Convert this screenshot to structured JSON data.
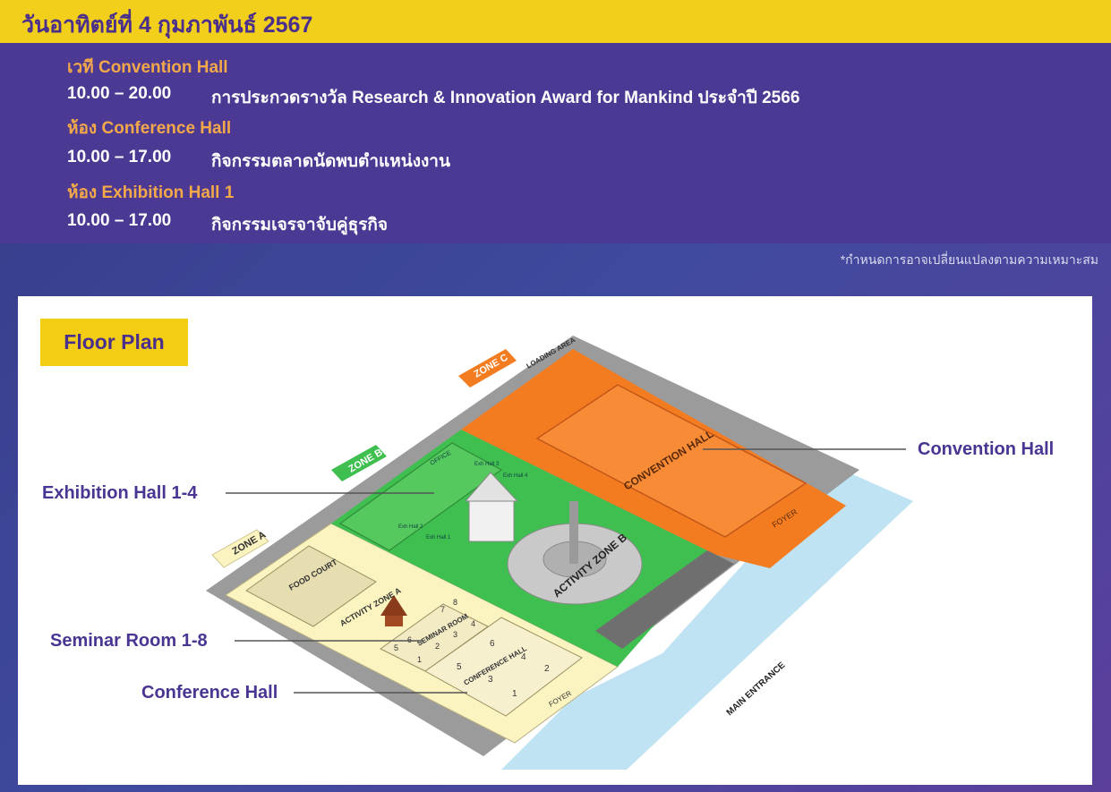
{
  "header": {
    "date": "วันอาทิตย์ที่ 4 กุมภาพันธ์ 2567"
  },
  "schedule": [
    {
      "venue": "เวที Convention Hall",
      "time": "10.00 – 20.00",
      "activity": "การประกวดรางวัล Research & Innovation Award for Mankind ประจำปี 2566"
    },
    {
      "venue": "ห้อง Conference Hall",
      "time": "10.00 – 17.00",
      "activity": "กิจกรรมตลาดนัดพบตำแหน่งงาน"
    },
    {
      "venue": "ห้อง Exhibition Hall 1",
      "time": "10.00 – 17.00",
      "activity": "กิจกรรมเจรจาจับคู่ธุรกิจ"
    }
  ],
  "note": "*กำหนดการอาจเปลี่ยนแปลงตามความเหมาะสม",
  "floor_plan": {
    "title": "Floor Plan",
    "callouts": {
      "convention": "Convention Hall",
      "exhibition": "Exhibition Hall 1-4",
      "seminar": "Seminar Room 1-8",
      "conference": "Conference Hall"
    },
    "map_labels": {
      "zone_a": "ZONE A",
      "zone_b": "ZONE B",
      "zone_c": "ZONE C",
      "loading_area": "LOADING AREA",
      "convention_hall": "CONVENTION HALL",
      "foyer_c": "FOYER",
      "office": "OFFICE",
      "exh_3": "Exh Hall 3",
      "exh_4": "Exh Hall 4",
      "exh_2": "Exh Hall 2",
      "exh_1": "Exh Hall 1",
      "activity_zone_b": "ACTIVITY ZONE B",
      "food_court": "FOOD COURT",
      "activity_zone_a": "ACTIVITY ZONE A",
      "seminar_room": "SEMINAR ROOM",
      "conference_hall": "CONFERENCE HALL",
      "foyer_a": "FOYER",
      "main_entrance": "MAIN ENTRANCE"
    },
    "seminar_numbers": [
      "1",
      "2",
      "3",
      "4",
      "5",
      "6",
      "7",
      "8"
    ],
    "conference_numbers": [
      "1",
      "2",
      "3",
      "4",
      "5",
      "6"
    ],
    "colors": {
      "zone_a": "#fbf3c0",
      "zone_b": "#3fbf4f",
      "zone_c": "#f47c20",
      "water": "#bfe3f2",
      "accent_yellow": "#f2cd13",
      "accent_purple": "#4a3592"
    }
  }
}
